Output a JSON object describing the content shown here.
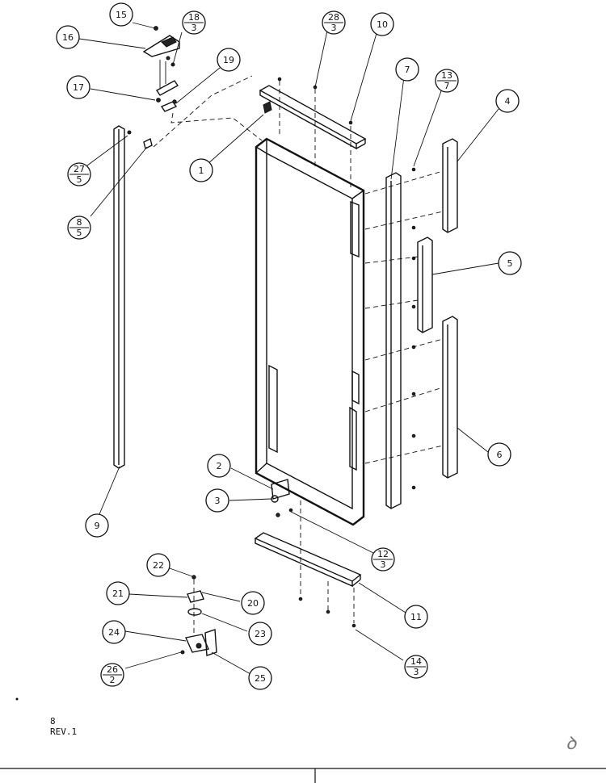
{
  "callouts": [
    {
      "id": "c15",
      "label": "15"
    },
    {
      "id": "c18",
      "top": "18",
      "bottom": "3"
    },
    {
      "id": "c16",
      "label": "16"
    },
    {
      "id": "c28",
      "top": "28",
      "bottom": "3"
    },
    {
      "id": "c10",
      "label": "10"
    },
    {
      "id": "c7",
      "label": "7"
    },
    {
      "id": "c13",
      "top": "13",
      "bottom": "7"
    },
    {
      "id": "c17",
      "label": "17"
    },
    {
      "id": "c19",
      "label": "19"
    },
    {
      "id": "c4",
      "label": "4"
    },
    {
      "id": "c27",
      "top": "27",
      "bottom": "5"
    },
    {
      "id": "c1",
      "label": "1"
    },
    {
      "id": "c8",
      "top": "8",
      "bottom": "5"
    },
    {
      "id": "c5",
      "label": "5"
    },
    {
      "id": "c6",
      "label": "6"
    },
    {
      "id": "c2",
      "label": "2"
    },
    {
      "id": "c3",
      "label": "3"
    },
    {
      "id": "c9",
      "label": "9"
    },
    {
      "id": "c12",
      "top": "12",
      "bottom": "3"
    },
    {
      "id": "c22",
      "label": "22"
    },
    {
      "id": "c21",
      "label": "21"
    },
    {
      "id": "c20",
      "label": "20"
    },
    {
      "id": "c11",
      "label": "11"
    },
    {
      "id": "c23",
      "label": "23"
    },
    {
      "id": "c24",
      "label": "24"
    },
    {
      "id": "c14",
      "top": "14",
      "bottom": "3"
    },
    {
      "id": "c26",
      "top": "26",
      "bottom": "2"
    },
    {
      "id": "c25",
      "label": "25"
    }
  ],
  "footer": {
    "page": "8",
    "rev": "REV.1"
  }
}
